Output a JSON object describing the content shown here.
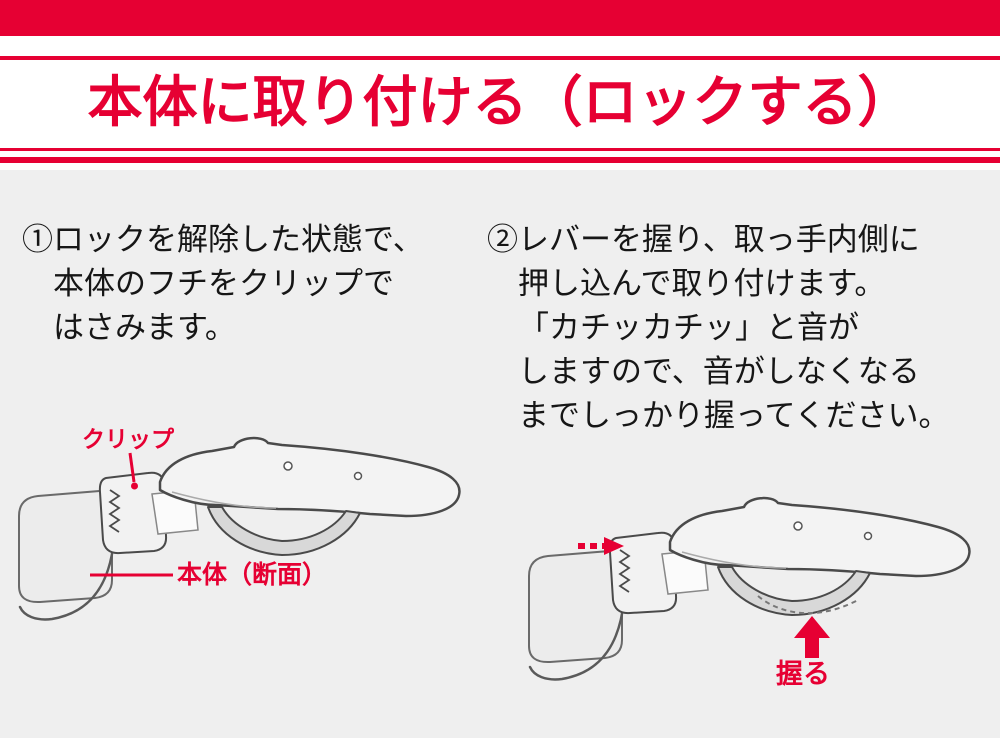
{
  "theme": {
    "accent": "#E60033",
    "page_bg": "#EFEFEF",
    "header_bg": "#FFFFFF",
    "text_color": "#161616",
    "diagram_stroke": "#4D4D4D",
    "diagram_fill": "#F3F3F3"
  },
  "header": {
    "title": "本体に取り付ける（ロックする）"
  },
  "steps": [
    {
      "lines": [
        "①ロックを解除した状態で、",
        "本体のフチをクリップで",
        "はさみます。"
      ]
    },
    {
      "lines": [
        "②レバーを握り、取っ手内側に",
        "押し込んで取り付けます。",
        "「カチッカチッ」と音が",
        "しますので、音がしなくなる",
        "までしっかり握ってください。"
      ]
    }
  ],
  "figures": {
    "left": {
      "description": "detachable handle clipped onto pan rim",
      "label_clip": "クリップ",
      "label_body": "本体（断面）"
    },
    "right": {
      "description": "push handle inward and squeeze lever",
      "label_grip": "握る",
      "push_arrow_icon": "dashed-right-arrow",
      "grip_arrow_icon": "up-block-arrow"
    }
  }
}
